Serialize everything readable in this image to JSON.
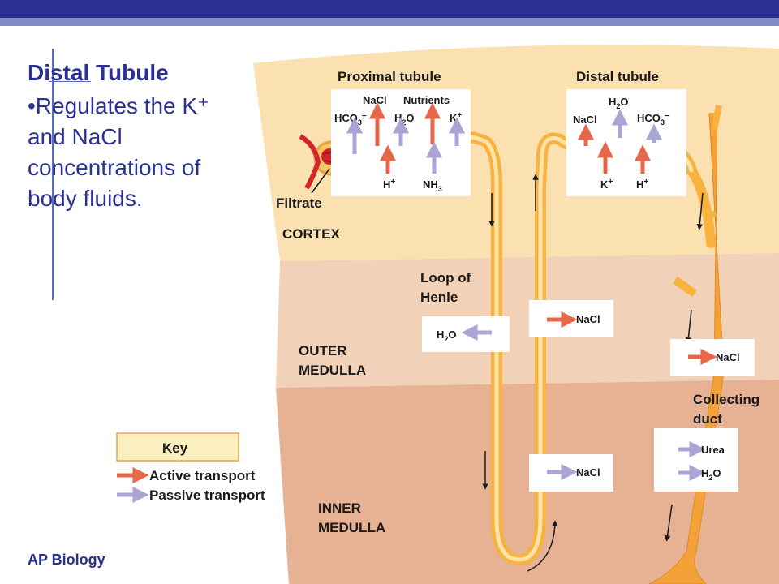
{
  "slide": {
    "title": "Distal Tubule",
    "bullet": "•Regulates the K⁺ and NaCl concentrations of body fluids.",
    "footer": "AP Biology"
  },
  "diagram": {
    "proximal_tubule": "Proximal tubule",
    "distal_tubule": "Distal tubule",
    "filtrate": "Filtrate",
    "cortex": "CORTEX",
    "loop_of_henle": [
      "Loop of",
      "Henle"
    ],
    "outer_medulla": [
      "OUTER",
      "MEDULLA"
    ],
    "inner_medulla": [
      "INNER",
      "MEDULLA"
    ],
    "collecting_duct": [
      "Collecting",
      "duct"
    ],
    "key": {
      "title": "Key",
      "active": "Active transport",
      "passive": "Passive transport"
    },
    "colors": {
      "active": "#e8674a",
      "passive": "#a9a5d4",
      "cortex": "#fbe0b0",
      "outer_medulla": "#f1d1b8",
      "inner_medulla": "#e6b293",
      "tubule": "#f7b23f"
    }
  }
}
